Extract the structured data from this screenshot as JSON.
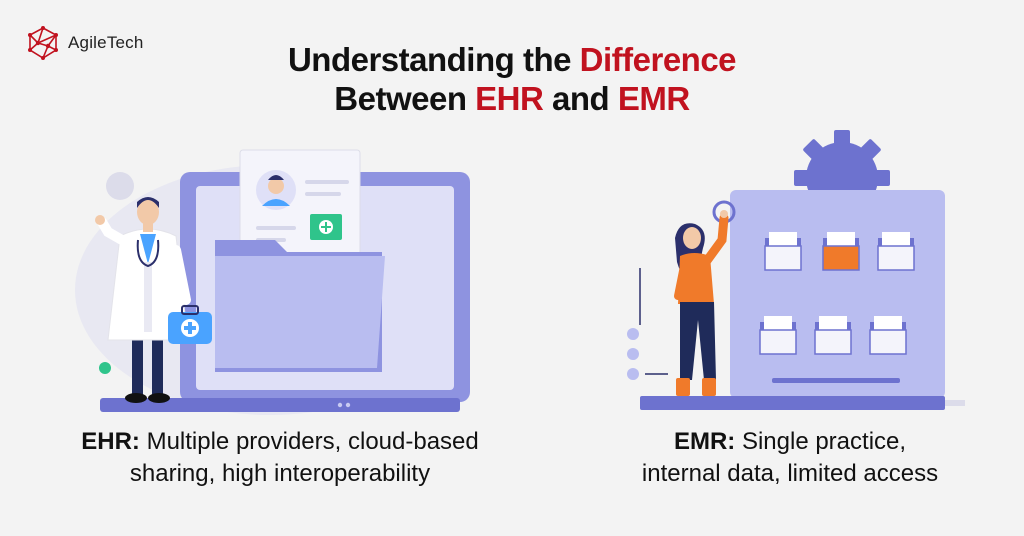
{
  "brand": {
    "name_part1": "Agile",
    "name_part2": "Tech"
  },
  "title": {
    "line1_prefix": "Understanding the ",
    "line1_accent": "Difference",
    "line2_prefix": "Between ",
    "line2_accent1": "EHR",
    "line2_mid": " and ",
    "line2_accent2": "EMR"
  },
  "ehr": {
    "label": "EHR:",
    "line1": " Multiple providers, cloud-based",
    "line2": "sharing, high interoperability"
  },
  "emr": {
    "label": "EMR:",
    "line1": " Single practice,",
    "line2": "internal data, limited access"
  },
  "colors": {
    "accent": "#c1121f",
    "purple_light": "#b9bdf0",
    "purple_mid": "#8e93e0",
    "purple_dark": "#6d72cf",
    "orange": "#f07a2a",
    "green": "#2fc48b"
  },
  "icons": [
    "network-logo-icon",
    "medical-cross-icon",
    "gear-icon",
    "folder-icon"
  ]
}
